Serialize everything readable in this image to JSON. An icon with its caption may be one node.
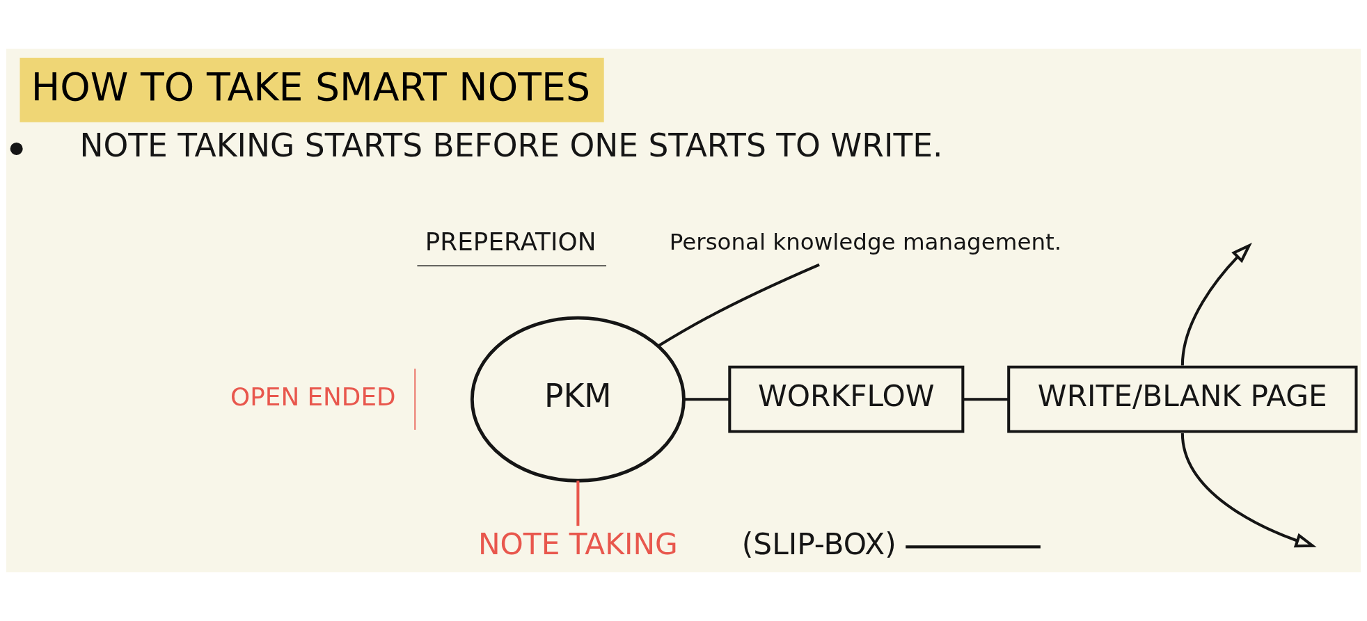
{
  "diagram": {
    "title": "HOW TO TAKE SMART NOTES",
    "nodes": [
      {
        "text": [
          "PKM"
        ]
      },
      {
        "text": [
          "Personal knowledge management."
        ]
      },
      {
        "text": [
          "WORKFLOW"
        ]
      },
      {
        "text": [
          "WRITE/BLANK PAGE"
        ]
      },
      {
        "text": [
          "NOTE TAKING"
        ]
      },
      {
        "text": [
          "(SLIP-BOX)"
        ]
      }
    ],
    "edges": [
      {
        "from": 1,
        "to": 0,
        "arrow": "none"
      },
      {
        "from": 0,
        "to": 2,
        "arrow": "none"
      },
      {
        "from": 2,
        "to": 3,
        "arrow": "none"
      },
      {
        "from": 3,
        "to": null,
        "arrow": "to"
      },
      {
        "from": 3,
        "to": null,
        "arrow": "to"
      },
      {
        "from": 0,
        "to": 4,
        "arrow": "none",
        "color": "#e8574d"
      },
      {
        "from": null,
        "to": 5,
        "arrow": "none"
      }
    ],
    "labels": [
      "NOTE TAKING STARTS BEFORE ONE STARTS TO WRITE.",
      "PREPERATION",
      "OPEN ENDED"
    ]
  }
}
